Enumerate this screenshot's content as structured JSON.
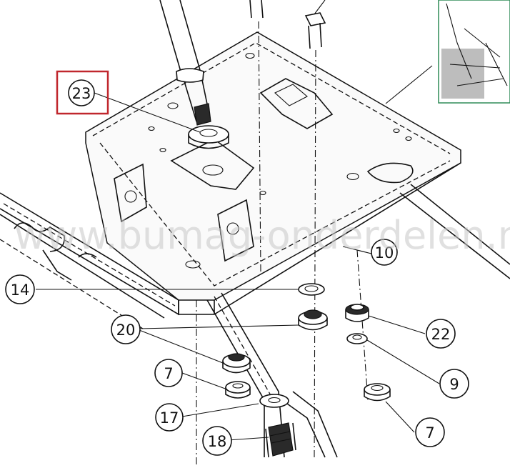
{
  "diagram": {
    "watermark": "www.bumag-onderdelen.nl",
    "highlighted_part": "23",
    "colors": {
      "highlight": "#c0272d",
      "line": "#111111",
      "inset_border": "#2e8b57"
    },
    "callouts": {
      "c23": "23",
      "c10": "10",
      "c14": "14",
      "c20": "20",
      "c22": "22",
      "c7a": "7",
      "c9": "9",
      "c17": "17",
      "c18": "18",
      "c7b": "7"
    }
  }
}
